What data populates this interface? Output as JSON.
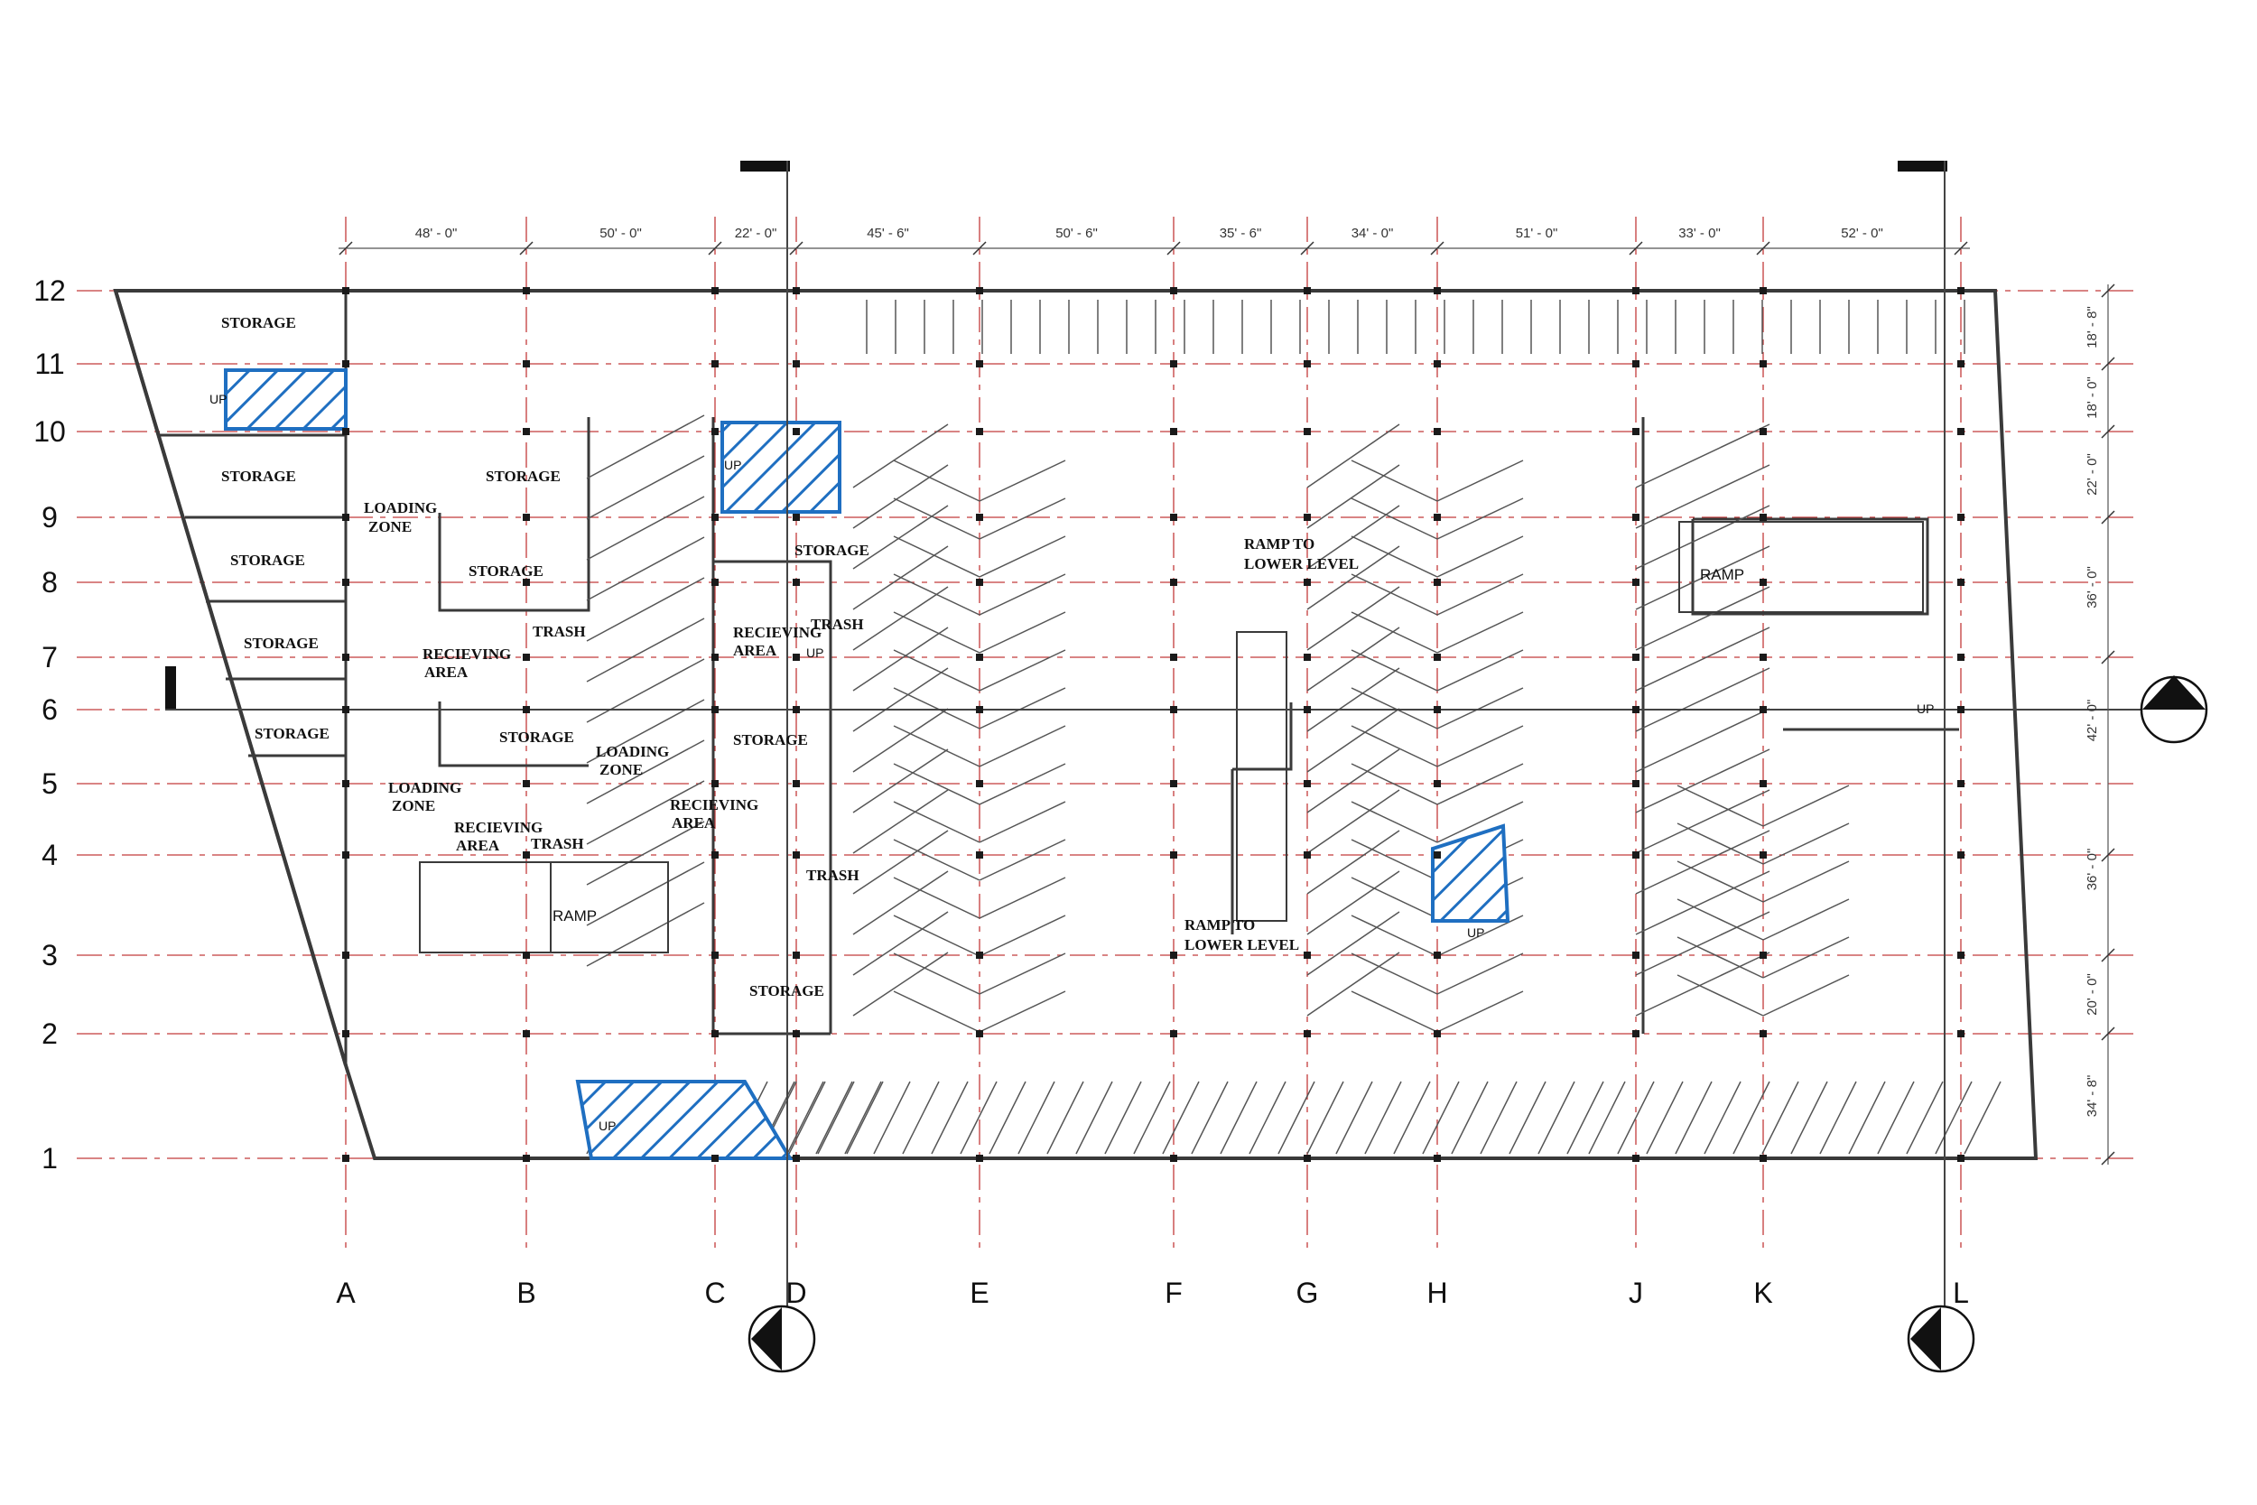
{
  "grid": {
    "columns": [
      "A",
      "B",
      "C",
      "D",
      "E",
      "F",
      "G",
      "H",
      "J",
      "K",
      "L"
    ],
    "rows": [
      "12",
      "11",
      "10",
      "9",
      "8",
      "7",
      "6",
      "5",
      "4",
      "3",
      "2",
      "1"
    ]
  },
  "dimensions_top": [
    "48' - 0\"",
    "50' - 0\"",
    "22' - 0\"",
    "45' - 6\"",
    "50' - 6\"",
    "35' - 6\"",
    "34' - 0\"",
    "51' - 0\"",
    "33' - 0\"",
    "52' - 0\""
  ],
  "dimensions_right": [
    "18' - 8\"",
    "18' - 0\"",
    "22' - 0\"",
    "36' - 0\"",
    "42' - 0\"",
    "36' - 0\"",
    "20' - 0\"",
    "34' - 8\""
  ],
  "rooms": {
    "storage": "STORAGE",
    "loading": "LOADING",
    "zone": "ZONE",
    "recieving": "RECIEVING",
    "area": "AREA",
    "trash": "TRASH",
    "ramp_to": "RAMP TO",
    "lower_level": "LOWER LEVEL",
    "ramp": "RAMP",
    "up": "UP"
  },
  "colors": {
    "line": "#3a3a3a",
    "gridline": "#c23b3b",
    "hatch": "#1f6fc1",
    "column": "#1a1a1a"
  }
}
